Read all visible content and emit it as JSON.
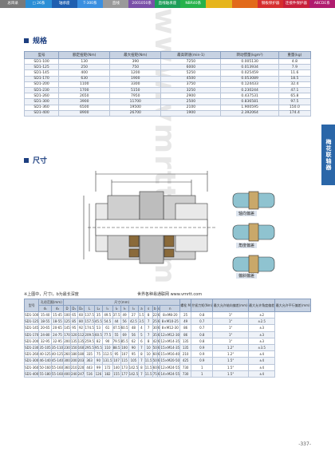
{
  "nav": {
    "items": [
      {
        "label": "总目录",
        "color": "#7a7a7a"
      },
      {
        "label": "□ 26系",
        "color": "#2b8fd6"
      },
      {
        "label": "轴承座",
        "color": "#1f5fb0"
      },
      {
        "label": "T-300系",
        "color": "#3a8fe0"
      },
      {
        "label": "直线",
        "color": "#9a9a9a"
      },
      {
        "label": "2001050系",
        "color": "#7a50a8"
      },
      {
        "label": "直线轴承座",
        "color": "#1d9e5a"
      },
      {
        "label": "NBR40系",
        "color": "#26b24b"
      },
      {
        "label": "",
        "color": "#e6b51c"
      },
      {
        "label": "",
        "color": "#e26a1a"
      },
      {
        "label": "钢板保护器",
        "color": "#d62e2e"
      },
      {
        "label": "连接件保护器",
        "color": "#c81f3a"
      },
      {
        "label": "ABCDE系",
        "color": "#b01a6e"
      }
    ]
  },
  "side_tab": "梅花联轴器",
  "watermark": "www.vmrtt.com",
  "section1": {
    "title": "规格"
  },
  "section2": {
    "title": "尺寸"
  },
  "spec_table": {
    "headers": [
      "型号",
      "额定扭矩(Nm)",
      "最大扭矩(Nm)",
      "最高转速(min-1)",
      "转动惯量(kgm²)",
      "重量(kg)"
    ],
    "rows": [
      [
        "SD1-100",
        "130",
        "390",
        "7250",
        "0.005130",
        "4.8"
      ],
      [
        "SD1-125",
        "250",
        "750",
        "6000",
        "0.013934",
        "7.9"
      ],
      [
        "SD1-145",
        "400",
        "1200",
        "5250",
        "0.025459",
        "11.6"
      ],
      [
        "SD1-170",
        "630",
        "1900",
        "4500",
        "0.053089",
        "18.5"
      ],
      [
        "SD1-200",
        "1100",
        "3300",
        "3750",
        "0.124433",
        "32.4"
      ],
      [
        "SD1-230",
        "1700",
        "5150",
        "3250",
        "0.230244",
        "47.1"
      ],
      [
        "SD1-260",
        "2650",
        "7950",
        "2900",
        "0.437531",
        "65.8"
      ],
      [
        "SD1-300",
        "3900",
        "11700",
        "2500",
        "0.836581",
        "97.5"
      ],
      [
        "SD1-360",
        "6500",
        "19500",
        "2100",
        "1.900595",
        "150.0"
      ],
      [
        "SD1-400",
        "8900",
        "26700",
        "1900",
        "2.392064",
        "174.4"
      ]
    ]
  },
  "figures": [
    {
      "caption": "轴向偏差"
    },
    {
      "caption": "角度偏差"
    },
    {
      "caption": "偏斜偏差"
    }
  ],
  "note": "※上图中，尺寸l，b为最长深度",
  "note2": "世界各种易通联网 www.vmrtt.com",
  "dims_table": {
    "group_headers": [
      "型号",
      "孔径范围(mm)",
      "尺寸(mm)",
      "螺栓 M",
      "拧紧力矩(Nm)",
      "最大允许轴向偏差(mm)",
      "最大允许角度偏差",
      "最大允许平行偏差(mm)"
    ],
    "sub_headers": [
      "d₁",
      "d₂",
      "D",
      "D₁",
      "D₂",
      "L",
      "L₁",
      "l₁",
      "l₂",
      "l₃",
      "l₄",
      "a",
      "s",
      "b",
      "s",
      "n"
    ],
    "rows": [
      [
        "SD1-100",
        "15-40",
        "15-45",
        "100",
        "65",
        "60",
        "137.5",
        "35",
        "49.5",
        "37.5",
        "49",
        "27",
        "1.5",
        "8",
        "22",
        "6",
        "8×M8-20",
        "25",
        "0.8",
        "1°",
        "±2"
      ],
      [
        "SD1-125",
        "18-55",
        "18-55",
        "125",
        "85",
        "80",
        "157.5",
        "45.5",
        "54.5",
        "44",
        "56",
        "42.5",
        "3.5",
        "7",
        "25",
        "6",
        "8×M10-25",
        "49",
        "0.7",
        "1°",
        "±2.5"
      ],
      [
        "SD1-145",
        "20-65",
        "20-65",
        "145",
        "95",
        "92",
        "174.5",
        "53",
        "61",
        "47.5",
        "60.5",
        "48",
        "4",
        "7",
        "30",
        "6",
        "8×M12-30",
        "86",
        "0.7",
        "1°",
        "±3"
      ],
      [
        "SD1-170",
        "24-80",
        "24-75",
        "170",
        "120",
        "112",
        "209.5",
        "60.5",
        "77.5",
        "55",
        "69",
        "56",
        "5",
        "7",
        "35",
        "6",
        "12×M12-30",
        "86",
        "0.8",
        "1°",
        "±3"
      ],
      [
        "SD1-200",
        "32-95",
        "32-95",
        "200",
        "135",
        "135",
        "259.5",
        "82",
        "90",
        "79.5",
        "85.5",
        "62",
        "6",
        "8",
        "42",
        "6",
        "12×M14-35",
        "135",
        "0.8",
        "1°",
        "±3"
      ],
      [
        "SD1-230",
        "35-105",
        "35-110",
        "230",
        "150",
        "160",
        "295.5",
        "95.5",
        "110",
        "88.5",
        "100",
        "90",
        "7",
        "10",
        "50",
        "6",
        "15×M14-35",
        "135",
        "0.9",
        "1.2°",
        "±3.5"
      ],
      [
        "SD1-260",
        "40-125",
        "40-125",
        "260",
        "180",
        "180",
        "335",
        "75",
        "112.5",
        "95",
        "107",
        "95",
        "8",
        "10",
        "60",
        "6",
        "15×M16-40",
        "210",
        "0.9",
        "1.2°",
        "±4"
      ],
      [
        "SD1-300",
        "46-140",
        "45-140",
        "300",
        "200",
        "203",
        "363",
        "90",
        "131.5",
        "107",
        "115",
        "105",
        "7",
        "11.5",
        "50",
        "6",
        "15×M20-50",
        "425",
        "0.9",
        "1.5°",
        "±4"
      ],
      [
        "SD1-360",
        "50-160",
        "55-160",
        "360",
        "210",
        "220",
        "443",
        "99",
        "172",
        "140",
        "173",
        "142.5",
        "8",
        "11.5",
        "60",
        "6",
        "12×M24-55",
        "730",
        "1",
        "1.5°",
        "±4"
      ],
      [
        "SD1-400",
        "55-180",
        "55-160",
        "400",
        "240",
        "247",
        "516",
        "126",
        "182",
        "155",
        "177",
        "142.5",
        "7",
        "11.5",
        "75",
        "6",
        "14×M24-55",
        "730",
        "1",
        "1.5°",
        "±4"
      ]
    ]
  },
  "page_number": "-337-"
}
